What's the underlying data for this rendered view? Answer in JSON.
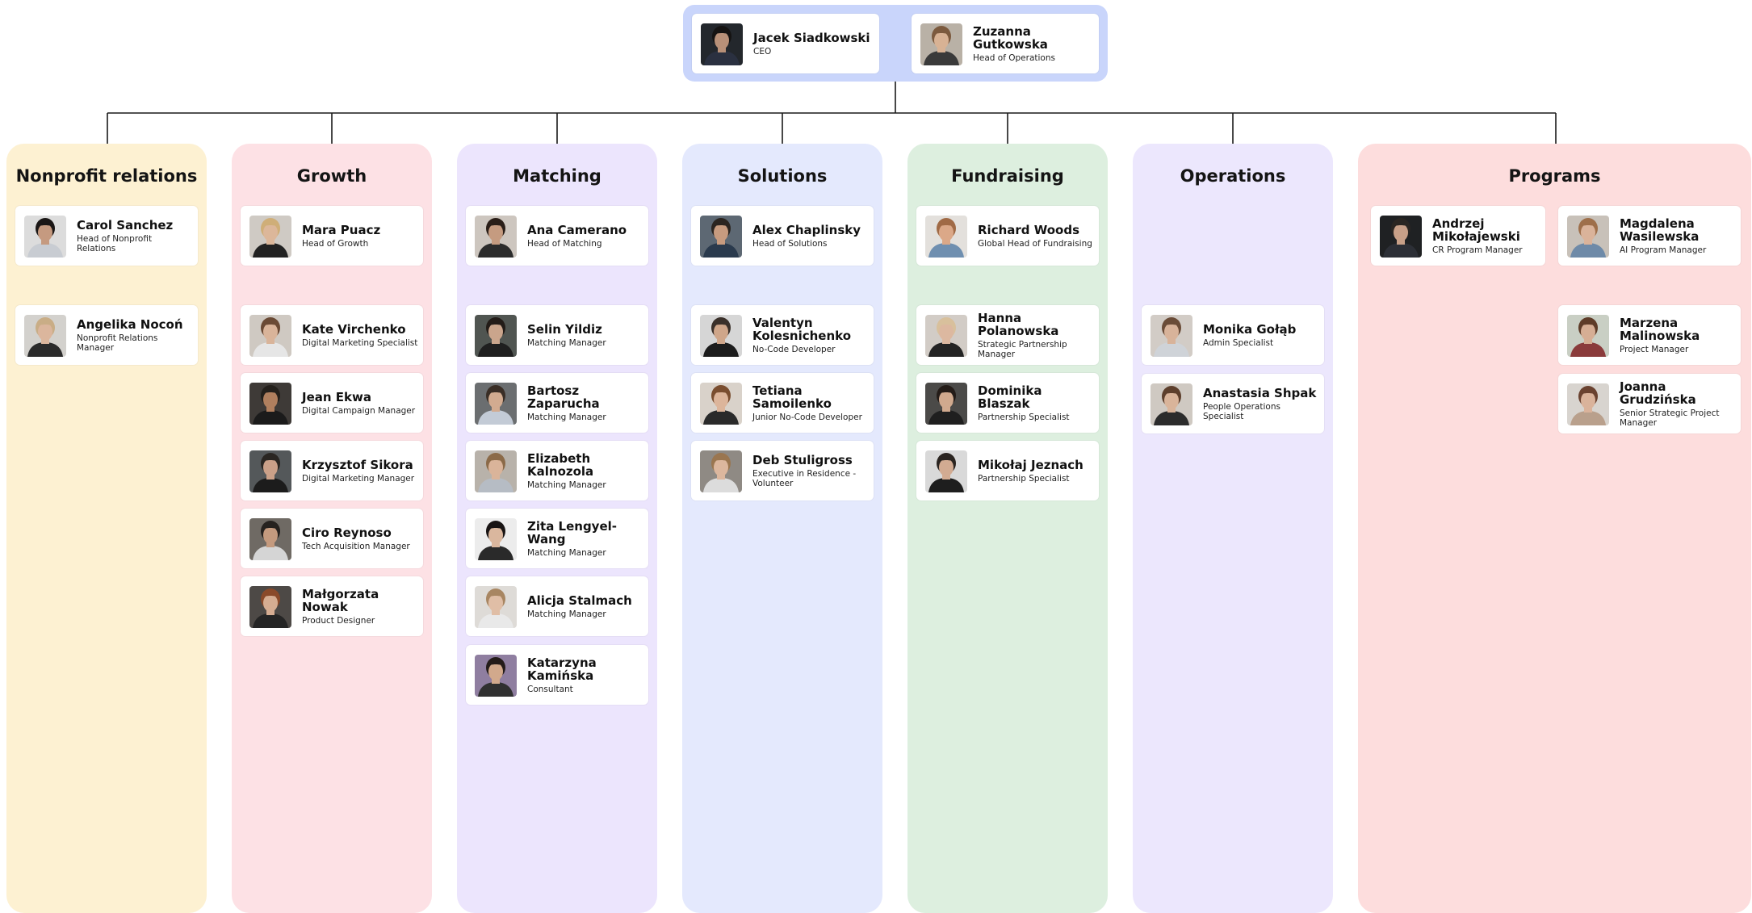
{
  "colors": {
    "exec": "#c9d5fb",
    "nonprofit": "#fdf1d2",
    "growth": "#fde1e5",
    "matching": "#ece5fd",
    "solutions": "#e4e9fd",
    "fundraising": "#ddefdf",
    "operations": "#ece7fd",
    "programs": "#fddddd",
    "line": "#1a1a1a"
  },
  "executives": [
    {
      "name": "Jacek Siadkowski",
      "role": "CEO",
      "avatar": {
        "bg": "#23272c",
        "hair": "#151312",
        "skin": "#b89078",
        "shirt": "#2a3040"
      }
    },
    {
      "name": "Zuzanna Gutkowska",
      "role": "Head of Operations",
      "avatar": {
        "bg": "#b9b1a6",
        "hair": "#7c5a3e",
        "skin": "#d8b294",
        "shirt": "#3a3a3a"
      }
    }
  ],
  "departments": [
    {
      "title": "Nonprofit relations",
      "color_key": "nonprofit",
      "people": [
        {
          "name": "Carol Sanchez",
          "role": "Head of Nonprofit Relations",
          "avatar": {
            "bg": "#dcdcdc",
            "hair": "#1b1716",
            "skin": "#c59a80",
            "shirt": "#c8ccd2"
          }
        },
        {
          "name": "Angelika Nocoń",
          "role": "Nonprofit Relations Manager",
          "avatar": {
            "bg": "#d3d1cd",
            "hair": "#c9ad86",
            "skin": "#dbb69d",
            "shirt": "#2b2b2b"
          }
        }
      ]
    },
    {
      "title": "Growth",
      "color_key": "growth",
      "people": [
        {
          "name": "Mara Puacz",
          "role": "Head of Growth",
          "avatar": {
            "bg": "#cfcac4",
            "hair": "#cfae78",
            "skin": "#dcb79a",
            "shirt": "#222222"
          }
        },
        {
          "name": "Kate Virchenko",
          "role": "Digital Marketing Specialist",
          "avatar": {
            "bg": "#cfc9c2",
            "hair": "#6a4a35",
            "skin": "#d9b49a",
            "shirt": "#e6e6e6"
          }
        },
        {
          "name": "Jean Ekwa",
          "role": "Digital Campaign Manager",
          "avatar": {
            "bg": "#3e3a37",
            "hair": "#24201c",
            "skin": "#b07f5e",
            "shirt": "#1b1b1b"
          }
        },
        {
          "name": "Krzysztof Sikora",
          "role": "Digital Marketing Manager",
          "avatar": {
            "bg": "#54585a",
            "hair": "#2a2622",
            "skin": "#caa088",
            "shirt": "#1c1c1c"
          }
        },
        {
          "name": "Ciro Reynoso",
          "role": "Tech Acquisition Manager",
          "avatar": {
            "bg": "#6f6a64",
            "hair": "#26221f",
            "skin": "#c49a7e",
            "shirt": "#d5d5d5"
          }
        },
        {
          "name": "Małgorzata Nowak",
          "role": "Product Designer",
          "avatar": {
            "bg": "#4d4946",
            "hair": "#8a4a2a",
            "skin": "#d6ad92",
            "shirt": "#252525"
          }
        }
      ]
    },
    {
      "title": "Matching",
      "color_key": "matching",
      "people": [
        {
          "name": "Ana Camerano",
          "role": "Head of Matching",
          "avatar": {
            "bg": "#cdc6bf",
            "hair": "#2a1e18",
            "skin": "#c59b80",
            "shirt": "#2c2c2c"
          }
        },
        {
          "name": "Selin Yildiz",
          "role": "Matching Manager",
          "avatar": {
            "bg": "#505551",
            "hair": "#231c18",
            "skin": "#caa58c",
            "shirt": "#1f1f1f"
          }
        },
        {
          "name": "Bartosz Zaparucha",
          "role": "Matching Manager",
          "avatar": {
            "bg": "#6b6e70",
            "hair": "#3a2e26",
            "skin": "#d2ab90",
            "shirt": "#c3cbd6"
          }
        },
        {
          "name": "Elizabeth Kalnozola",
          "role": "Matching Manager",
          "avatar": {
            "bg": "#b8b2aa",
            "hair": "#8b6a48",
            "skin": "#dab49a",
            "shirt": "#b6bcc4"
          }
        },
        {
          "name": "Zita Lengyel-Wang",
          "role": "Matching Manager",
          "avatar": {
            "bg": "#ececec",
            "hair": "#181414",
            "skin": "#dab79e",
            "shirt": "#2a2a2a"
          }
        },
        {
          "name": "Alicja Stalmach",
          "role": "Matching Manager",
          "avatar": {
            "bg": "#dedbd7",
            "hair": "#a88662",
            "skin": "#e0bea6",
            "shirt": "#e9e9e9"
          }
        },
        {
          "name": "Katarzyna Kamińska",
          "role": "Consultant",
          "avatar": {
            "bg": "#8f7ea0",
            "hair": "#241c1a",
            "skin": "#d2a98c",
            "shirt": "#303030"
          }
        }
      ]
    },
    {
      "title": "Solutions",
      "color_key": "solutions",
      "people": [
        {
          "name": "Alex Chaplinsky",
          "role": "Head of Solutions",
          "avatar": {
            "bg": "#5d6873",
            "hair": "#2b2520",
            "skin": "#c79b7f",
            "shirt": "#2a3a4d"
          }
        },
        {
          "name": "Valentyn Kolesnichenko",
          "role": "No-Code Developer",
          "avatar": {
            "bg": "#d6d6d6",
            "hair": "#3a302a",
            "skin": "#cfa68a",
            "shirt": "#1c1c1c"
          }
        },
        {
          "name": "Tetiana Samoilenko",
          "role": "Junior No-Code Developer",
          "avatar": {
            "bg": "#d9d2ca",
            "hair": "#7a4e30",
            "skin": "#dcb59b",
            "shirt": "#2a2a2a"
          }
        },
        {
          "name": "Deb Stuligross",
          "role": "Executive in Residence - Volunteer",
          "avatar": {
            "bg": "#8f8a84",
            "hair": "#9a7650",
            "skin": "#dcb79e",
            "shirt": "#dcdcdc"
          }
        }
      ]
    },
    {
      "title": "Fundraising",
      "color_key": "fundraising",
      "people": [
        {
          "name": "Richard Woods",
          "role": "Global Head of Fundraising",
          "avatar": {
            "bg": "#e3e0dc",
            "hair": "#a06a46",
            "skin": "#dba888",
            "shirt": "#6f8fb0"
          }
        },
        {
          "name": "Hanna Polanowska",
          "role": "Strategic Partnership Manager",
          "avatar": {
            "bg": "#d2ccc6",
            "hair": "#d8c09c",
            "skin": "#dcb8a0",
            "shirt": "#242424"
          }
        },
        {
          "name": "Dominika Blaszak",
          "role": "Partnership Specialist",
          "avatar": {
            "bg": "#4b4a48",
            "hair": "#241c18",
            "skin": "#d0a98e",
            "shirt": "#1f1f1f"
          }
        },
        {
          "name": "Mikołaj Jeznach",
          "role": "Partnership Specialist",
          "avatar": {
            "bg": "#d9d9d9",
            "hair": "#2a2420",
            "skin": "#d2ab92",
            "shirt": "#1e1e1e"
          }
        }
      ]
    },
    {
      "title": "Operations",
      "color_key": "operations",
      "people": [
        {
          "name": "Monika Gołąb",
          "role": "Admin Specialist",
          "avatar": {
            "bg": "#d2ccc6",
            "hair": "#6a4c38",
            "skin": "#d8b39a",
            "shirt": "#cfd3d8"
          }
        },
        {
          "name": "Anastasia Shpak",
          "role": "People Operations Specialist",
          "avatar": {
            "bg": "#cfc9c2",
            "hair": "#5d3f2c",
            "skin": "#d9b49a",
            "shirt": "#2c2c2c"
          }
        }
      ]
    },
    {
      "title": "Programs",
      "color_key": "programs",
      "people": [
        {
          "name": "Andrzej Mikołajewski",
          "role": "CR Program Manager",
          "avatar": {
            "bg": "#1f2123",
            "hair": "#2a2622",
            "skin": "#c8a088",
            "shirt": "#2c2f36"
          }
        },
        {
          "name": "Magdalena Wasilewska",
          "role": "AI Program Manager",
          "avatar": {
            "bg": "#c8c1b9",
            "hair": "#9e6f4a",
            "skin": "#dab39a",
            "shirt": "#6e8aa8"
          }
        },
        {
          "name": "Marzena Malinowska",
          "role": "Project Manager",
          "avatar": {
            "bg": "#c9cfc4",
            "hair": "#5e3c28",
            "skin": "#d6ae94",
            "shirt": "#8a3b3b"
          }
        },
        {
          "name": "Joanna Grudzińska",
          "role": "Senior Strategic Project Manager",
          "avatar": {
            "bg": "#d8d4cf",
            "hair": "#6a4230",
            "skin": "#dab39b",
            "shirt": "#b9a08c"
          }
        }
      ]
    }
  ]
}
